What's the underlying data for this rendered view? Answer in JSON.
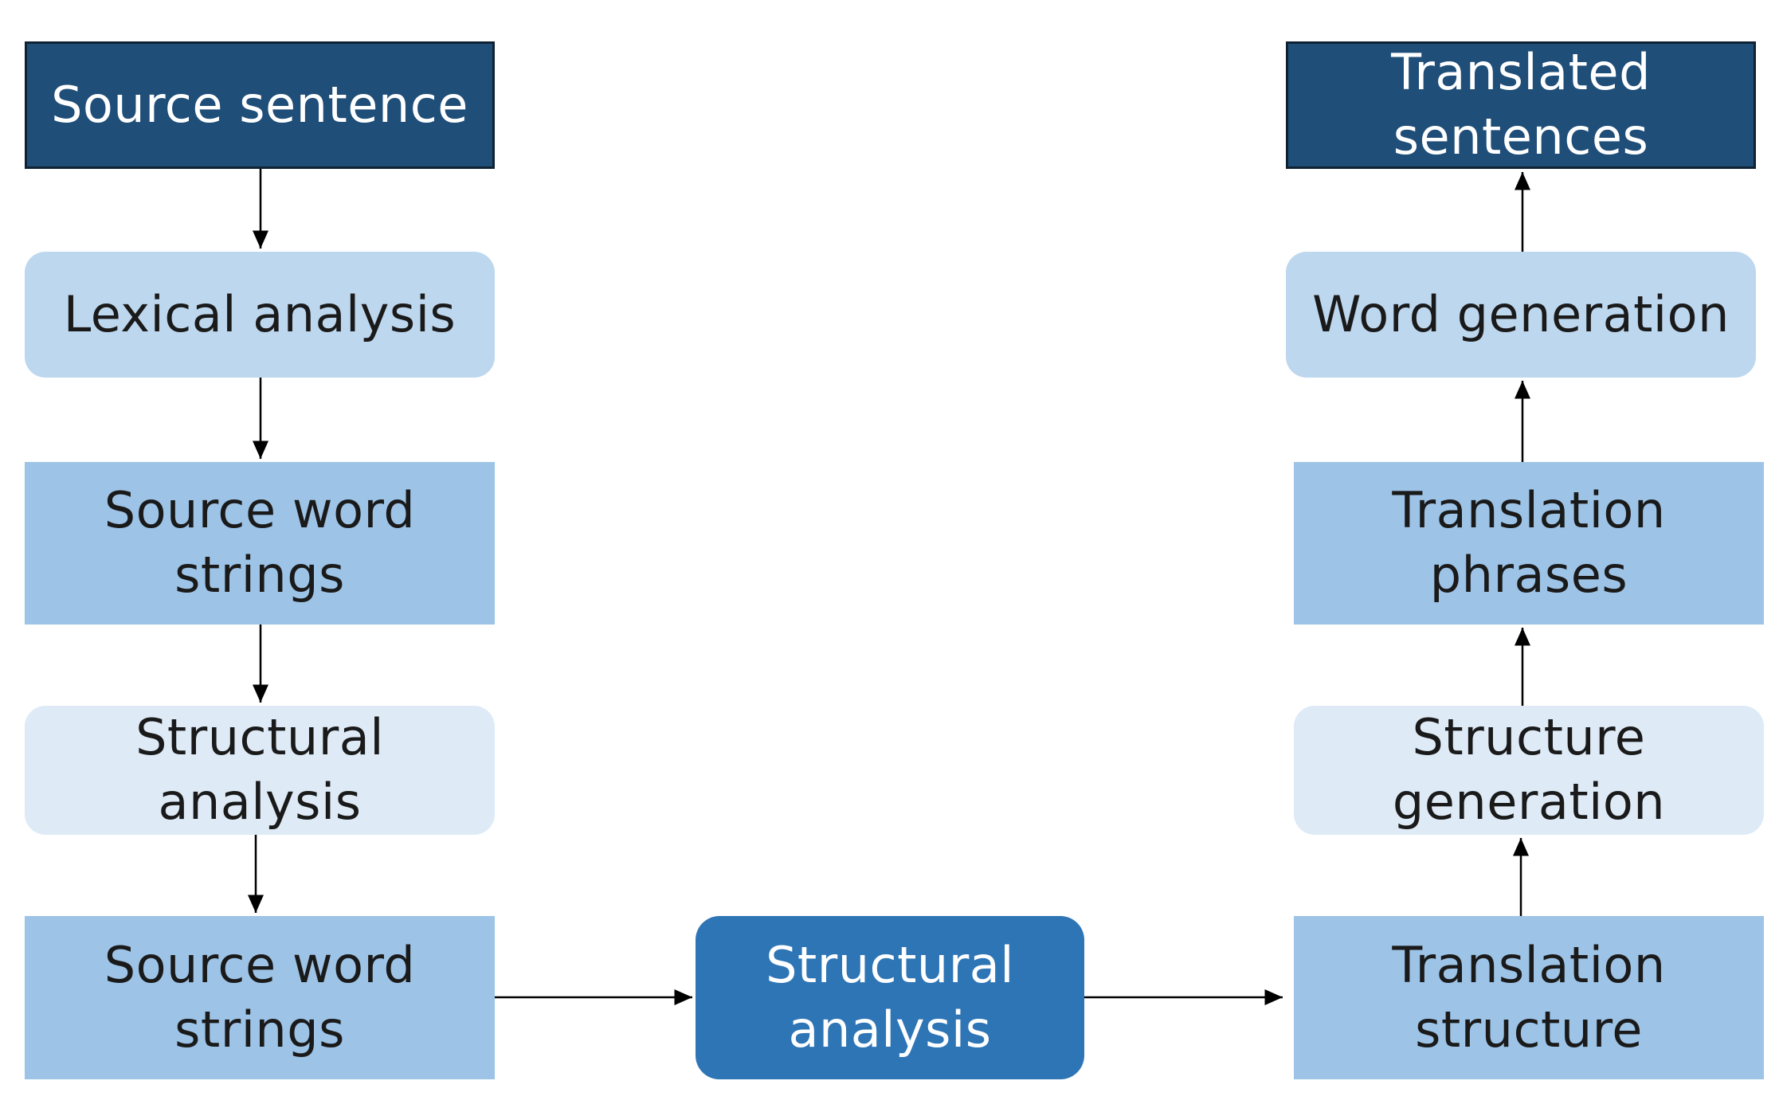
{
  "nodes": {
    "source_sentence": "Source sentence",
    "lexical_analysis": "Lexical analysis",
    "source_word_strings_1": "Source word strings",
    "structural_analysis_left": "Structural analysis",
    "source_word_strings_2": "Source word strings",
    "structural_analysis_center": "Structural analysis",
    "translation_structure": "Translation structure",
    "structure_generation": "Structure generation",
    "translation_phrases": "Translation phrases",
    "word_generation": "Word generation",
    "translated_sentences": "Translated sentences"
  },
  "colors": {
    "dark_box": "#1f4e79",
    "light_box": "#bdd7ee",
    "medium_box": "#9dc3e6",
    "pale_box": "#deebf7",
    "accent_box": "#2e75b6",
    "arrow": "#000000"
  }
}
